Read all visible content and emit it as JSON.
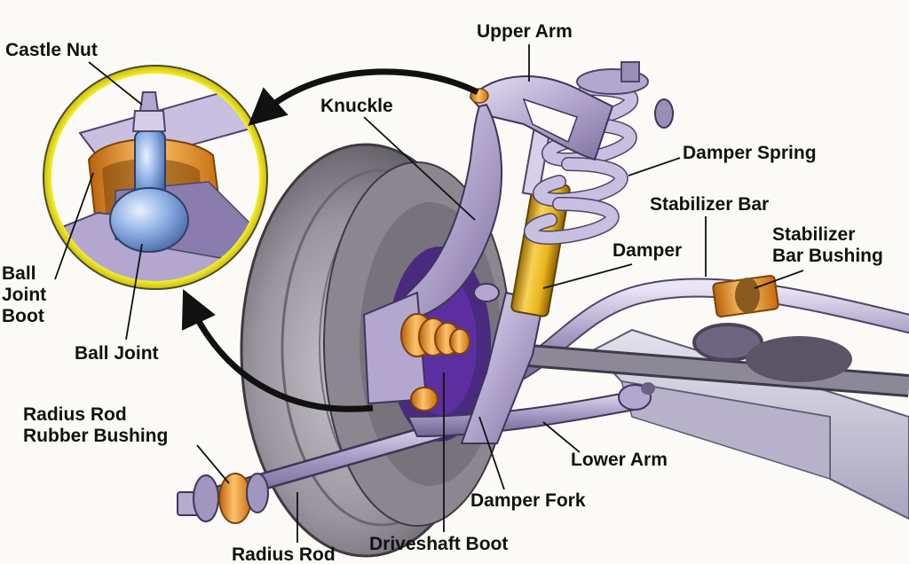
{
  "labels": {
    "castle_nut": "Castle Nut",
    "upper_arm": "Upper Arm",
    "knuckle": "Knuckle",
    "damper_spring": "Damper Spring",
    "stabilizer_bar": "Stabilizer Bar",
    "stabilizer_bar_bushing": [
      "Stabilizer",
      "Bar Bushing"
    ],
    "damper": "Damper",
    "ball_joint_boot": [
      "Ball",
      "Joint",
      "Boot"
    ],
    "ball_joint": "Ball Joint",
    "radius_rod_rubber_bushing": [
      "Radius Rod",
      "Rubber Bushing"
    ],
    "lower_arm": "Lower Arm",
    "damper_fork": "Damper Fork",
    "driveshaft_boot": "Driveshaft Boot",
    "radius_rod": "Radius Rod"
  },
  "colors": {
    "metal_purple": "#b3a7cf",
    "metal_dark": "#7e709f",
    "tire": "#8e8991",
    "tire_dark": "#5c5760",
    "spring": "#c9bfe0",
    "damper_yellow": "#e9b51a",
    "boot_orange": "#f29b1f",
    "bushing_orange": "#ef9b2a",
    "frame_grey": "#c8c4d6",
    "inset_ring": "#f4ee28",
    "hub_purple": "#5c2fa0",
    "ball_blue": "#8fb1e4"
  }
}
